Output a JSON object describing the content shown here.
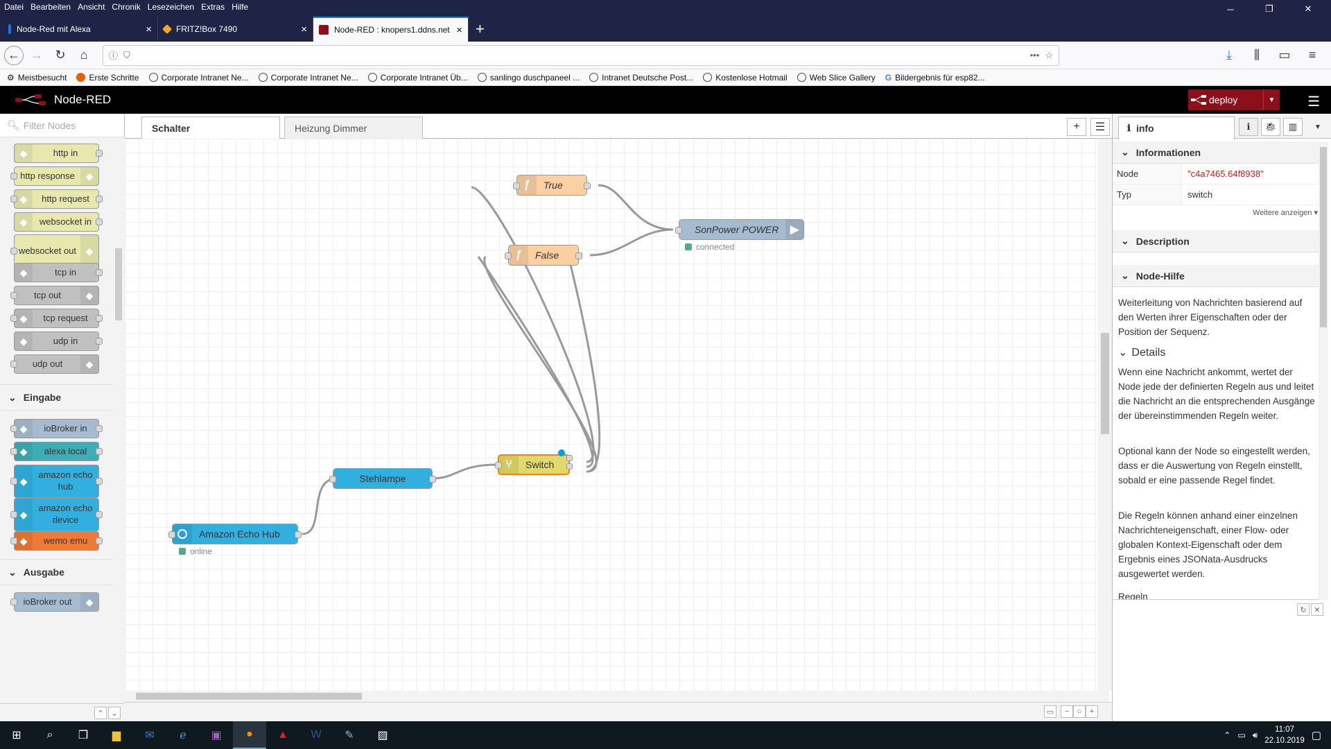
{
  "browser": {
    "menu": [
      "Datei",
      "Bearbeiten",
      "Ansicht",
      "Chronik",
      "Lesezeichen",
      "Extras",
      "Hilfe"
    ],
    "tabs": [
      {
        "title": "Node-Red mit Alexa",
        "favicon_color": "#1a73e8"
      },
      {
        "title": "FRITZ!Box 7490",
        "favicon_color": "#f5a623"
      },
      {
        "title": "Node-RED : knopers1.ddns.net",
        "favicon_color": "#8c101c"
      }
    ],
    "active_tab": 2,
    "new_tab": "+",
    "close": "×",
    "url": ""
  },
  "bookmarks": [
    {
      "label": "Meistbesucht",
      "icon": "gear-icon"
    },
    {
      "label": "Erste Schritte",
      "icon": "firefox-icon"
    },
    {
      "label": "Corporate Intranet Ne...",
      "icon": "globe-icon"
    },
    {
      "label": "Corporate Intranet Ne...",
      "icon": "globe-icon"
    },
    {
      "label": "Corporate Intranet Üb...",
      "icon": "globe-icon"
    },
    {
      "label": "sanlingo duschpaneel ...",
      "icon": "globe-icon"
    },
    {
      "label": "Intranet Deutsche Post...",
      "icon": "globe-icon"
    },
    {
      "label": "Kostenlose Hotmail",
      "icon": "globe-icon"
    },
    {
      "label": "Web Slice Gallery",
      "icon": "globe-icon"
    },
    {
      "label": "Bildergebnis für esp82...",
      "icon": "google-icon"
    }
  ],
  "nodered": {
    "title": "Node-RED",
    "deploy": "deploy",
    "filter_placeholder": "Filter Nodes",
    "palette_nodes": [
      {
        "label": "http in",
        "color": "#e7e7ae",
        "inport": false,
        "outport": true
      },
      {
        "label": "http response",
        "color": "#e7e7ae",
        "inport": true,
        "outport": false
      },
      {
        "label": "http request",
        "color": "#e7e7ae",
        "inport": true,
        "outport": true
      },
      {
        "label": "websocket in",
        "color": "#e7e7ae",
        "inport": false,
        "outport": true
      },
      {
        "label": "websocket out",
        "color": "#e7e7ae",
        "inport": true,
        "outport": false
      },
      {
        "label": "tcp in",
        "color": "#c0c0c0",
        "inport": false,
        "outport": true
      },
      {
        "label": "tcp out",
        "color": "#c0c0c0",
        "inport": true,
        "outport": false
      },
      {
        "label": "tcp request",
        "color": "#c0c0c0",
        "inport": true,
        "outport": true
      },
      {
        "label": "udp in",
        "color": "#c0c0c0",
        "inport": false,
        "outport": true
      },
      {
        "label": "udp out",
        "color": "#c0c0c0",
        "inport": true,
        "outport": false
      }
    ],
    "category_input": "Eingabe",
    "input_nodes": [
      {
        "label": "ioBroker in",
        "color": "#a6bbcf"
      },
      {
        "label": "alexa local",
        "color": "#3fadb5"
      },
      {
        "label": "amazon echo hub",
        "color": "#31b0e0"
      },
      {
        "label": "amazon echo device",
        "color": "#31b0e0"
      },
      {
        "label": "wemo emu",
        "color": "#ef7a35"
      }
    ],
    "category_output": "Ausgabe",
    "output_nodes": [
      {
        "label": "ioBroker out",
        "color": "#a6bbcf"
      }
    ],
    "workspace_tabs": [
      "Schalter",
      "Heizung Dimmer"
    ],
    "flow": {
      "true_node": "True",
      "false_node": "False",
      "sonpower": "SonPower POWER",
      "sonpower_status": "connected",
      "switch": "Switch",
      "stehlampe": "Stehlampe",
      "echo_hub": "Amazon Echo Hub",
      "echo_status": "online"
    },
    "sidebar": {
      "tab": "info",
      "section_info": "Informationen",
      "rows": [
        {
          "key": "Node",
          "value": "\"c4a7465.64f8938\""
        },
        {
          "key": "Typ",
          "value": "switch"
        }
      ],
      "more": "Weitere anzeigen ▾",
      "section_desc": "Description",
      "section_help": "Node-Hilfe",
      "help_intro": "Weiterleitung von Nachrichten basierend auf den Werten ihrer Eigenschaften oder der Position der Sequenz.",
      "details_title": "Details",
      "details_p1": "Wenn eine Nachricht ankommt, wertet der Node jede der definierten Regeln aus und leitet die Nachricht an die entsprechenden Ausgänge der übereinstimmenden Regeln weiter.",
      "details_p2": "Optional kann der Node so eingestellt werden, dass er die Auswertung von Regeln einstellt, sobald er eine passende Regel findet.",
      "details_p3": "Die Regeln können anhand einer einzelnen Nachrichteneigenschaft, einer Flow- oder globalen Kontext-Eigenschaft oder dem Ergebnis eines JSONata-Ausdrucks ausgewertet werden.",
      "rules": "Regeln"
    }
  },
  "taskbar": {
    "time": "11:07",
    "date": "22.10.2019"
  }
}
